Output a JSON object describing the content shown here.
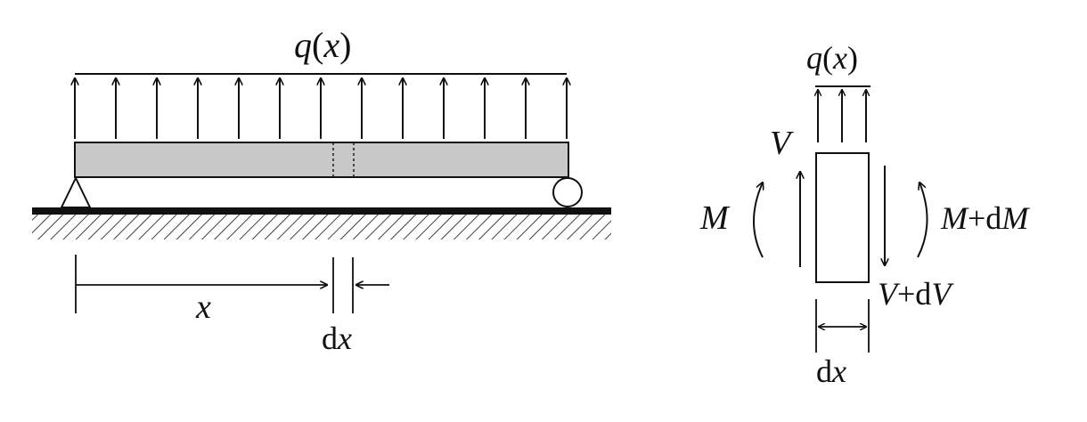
{
  "left_figure": {
    "load_label": {
      "q": "q",
      "open": "(",
      "var": "x",
      "close": ")"
    },
    "position_label": "x",
    "element_width_label": {
      "d": "d",
      "var": "x"
    }
  },
  "right_figure": {
    "load_label": {
      "q": "q",
      "open": "(",
      "var": "x",
      "close": ")"
    },
    "shear_left": "V",
    "moment_left": "M",
    "moment_right": {
      "base": "M",
      "plus": "+d",
      "var": "M"
    },
    "shear_right": {
      "base": "V",
      "plus": "+d",
      "var": "V"
    },
    "element_width_label": {
      "d": "d",
      "var": "x"
    }
  },
  "colors": {
    "ink": "#111111",
    "beam_fill": "#c8c8c8",
    "background": "#ffffff"
  }
}
